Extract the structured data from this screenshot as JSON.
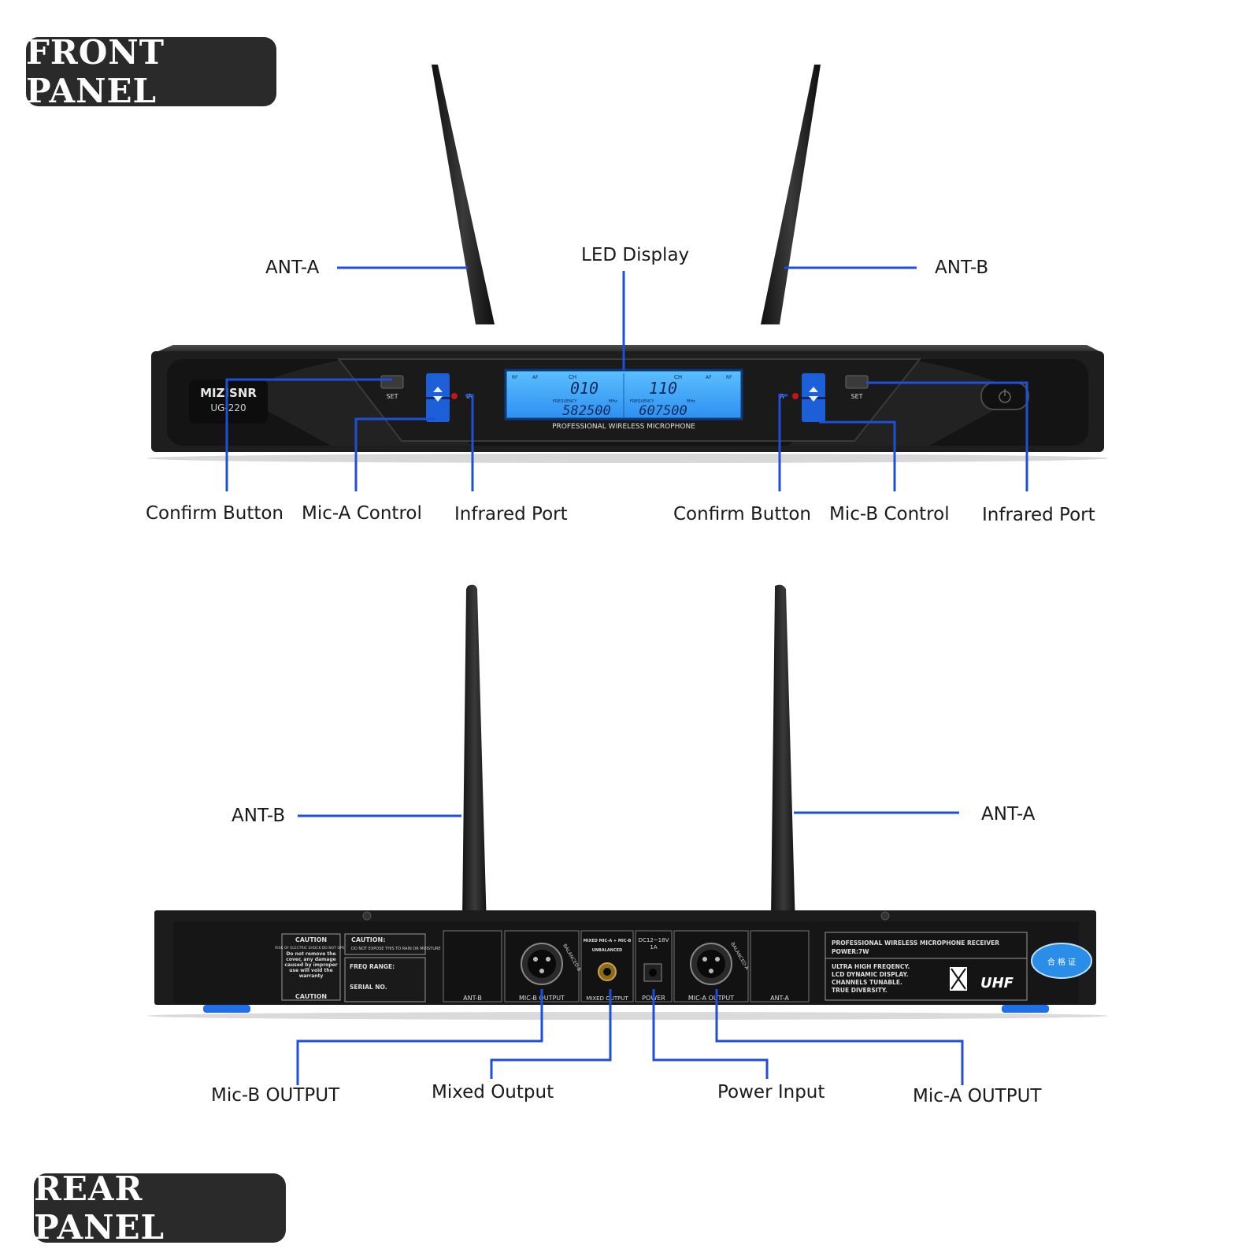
{
  "front": {
    "title": "FRONT PANEL",
    "device": {
      "brand": "MIZISNR",
      "model": "UG-220",
      "set_label": "SET",
      "ir_label": "IR",
      "lcd": {
        "rf": "RF",
        "af": "AF",
        "ch": "CH",
        "ch_a": "010",
        "ch_b": "110",
        "freq_label": "FREQUENCY",
        "mhz": "MHz",
        "freq_a": "582500",
        "freq_b": "607500",
        "caption": "PROFESSIONAL WIRELESS MICROPHONE"
      }
    },
    "labels": {
      "ant_a": "ANT-A",
      "led_display": "LED Display",
      "ant_b": "ANT-B",
      "confirm_a": "Confirm Button",
      "mic_a_control": "Mic-A Control",
      "infrared_a": "Infrared Port",
      "confirm_b": "Confirm Button",
      "mic_b_control": "Mic-B Control",
      "infrared_b": "Infrared Port"
    }
  },
  "rear": {
    "title": "REAR PANEL",
    "device": {
      "caution1": "CAUTION",
      "caution1_sub": "RISK OF ELECTRIC SHOCK DO NOT OPEN",
      "caution_body": "Do not remove the cover, any damage caused by improper use will void the warranty",
      "caution2": "CAUTION",
      "caution3": "CAUTION:",
      "caution3_sub": "DO NOT EXPOSE THIS TO RAIN OR MOISTURE",
      "freq_range": "FREQ RANGE:",
      "serial_no": "SERIAL NO.",
      "port_ant_b": "ANT-B",
      "port_mic_b": "MIC-B OUTPUT",
      "balanced_b": "BALANCED-B",
      "mixed_top": "MIXED MIC-A + MIC-B",
      "unbalanced": "UNBALANCED",
      "port_mixed": "MIXED OUTPUT",
      "power_spec": "DC12~18V",
      "power_amp": "1A",
      "port_power": "POWER",
      "balanced_a": "BALANCED-A",
      "port_mic_a": "MIC-A OUTPUT",
      "port_ant_a": "ANT-A",
      "spec_title": "PROFESSIONAL  WIRELESS MICROPHONE  RECEIVER",
      "spec_power": "POWER:7W",
      "spec_lines": [
        "ULTRA HIGH FREQENCY.",
        "LCD DYNAMIC DISPLAY.",
        "CHANNELS TUNABLE.",
        "TRUE DIVERSITY."
      ],
      "uhf": "UHF",
      "seal": "合 格 证"
    },
    "labels": {
      "ant_b": "ANT-B",
      "ant_a": "ANT-A",
      "mic_b_output": "Mic-B OUTPUT",
      "mixed_output": "Mixed Output",
      "power_input": "Power Input",
      "mic_a_output": "Mic-A OUTPUT"
    }
  },
  "colors": {
    "callout": "#1f4fd6",
    "title_bg": "#2a2a2a",
    "chassis": "#1c1c1c",
    "lcd": "#3ea8ff"
  }
}
